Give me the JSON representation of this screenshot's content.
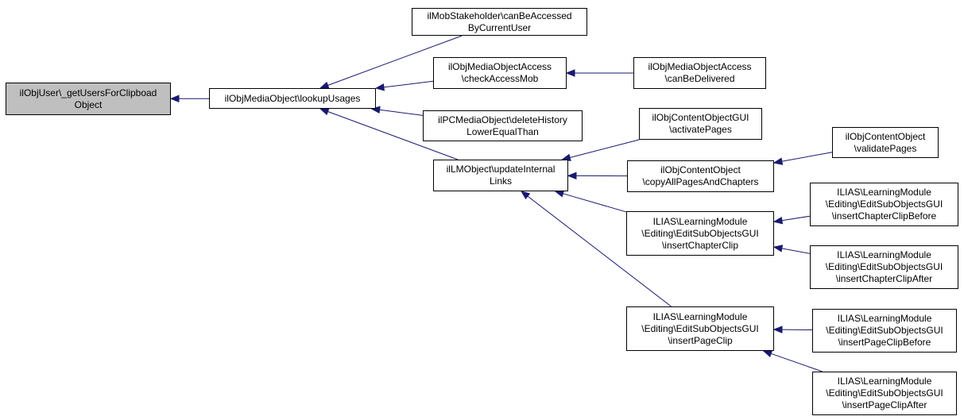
{
  "nodes": {
    "n0": {
      "lines": [
        "ilObjUser\\_getUsersForClipboad",
        "Object"
      ]
    },
    "n1": {
      "lines": [
        "ilObjMediaObject\\lookupUsages"
      ]
    },
    "n2": {
      "lines": [
        "ilMobStakeholder\\canBeAccessed",
        "ByCurrentUser"
      ]
    },
    "n3": {
      "lines": [
        "ilObjMediaObjectAccess",
        "\\checkAccessMob"
      ]
    },
    "n4": {
      "lines": [
        "ilObjMediaObjectAccess",
        "\\canBeDelivered"
      ]
    },
    "n5": {
      "lines": [
        "ilPCMediaObject\\deleteHistory",
        "LowerEqualThan"
      ]
    },
    "n6": {
      "lines": [
        "ilLMObject\\updateInternal",
        "Links"
      ]
    },
    "n7": {
      "lines": [
        "ilObjContentObjectGUI",
        "\\activatePages"
      ]
    },
    "n8": {
      "lines": [
        "ilObjContentObject",
        "\\validatePages"
      ]
    },
    "n9": {
      "lines": [
        "ilObjContentObject",
        "\\copyAllPagesAndChapters"
      ]
    },
    "n10": {
      "lines": [
        "ILIAS\\LearningModule",
        "\\Editing\\EditSubObjectsGUI",
        "\\insertChapterClip"
      ]
    },
    "n11": {
      "lines": [
        "ILIAS\\LearningModule",
        "\\Editing\\EditSubObjectsGUI",
        "\\insertChapterClipBefore"
      ]
    },
    "n12": {
      "lines": [
        "ILIAS\\LearningModule",
        "\\Editing\\EditSubObjectsGUI",
        "\\insertChapterClipAfter"
      ]
    },
    "n13": {
      "lines": [
        "ILIAS\\LearningModule",
        "\\Editing\\EditSubObjectsGUI",
        "\\insertPageClip"
      ]
    },
    "n14": {
      "lines": [
        "ILIAS\\LearningModule",
        "\\Editing\\EditSubObjectsGUI",
        "\\insertPageClipBefore"
      ]
    },
    "n15": {
      "lines": [
        "ILIAS\\LearningModule",
        "\\Editing\\EditSubObjectsGUI",
        "\\insertPageClipAfter"
      ]
    }
  },
  "edges": [
    [
      "n1",
      "n0"
    ],
    [
      "n2",
      "n1"
    ],
    [
      "n3",
      "n1"
    ],
    [
      "n5",
      "n1"
    ],
    [
      "n6",
      "n1"
    ],
    [
      "n4",
      "n3"
    ],
    [
      "n7",
      "n6"
    ],
    [
      "n9",
      "n6"
    ],
    [
      "n10",
      "n6"
    ],
    [
      "n13",
      "n6"
    ],
    [
      "n8",
      "n9"
    ],
    [
      "n11",
      "n10"
    ],
    [
      "n12",
      "n10"
    ],
    [
      "n14",
      "n13"
    ],
    [
      "n15",
      "n13"
    ]
  ],
  "colors": {
    "root_fill": "#bfbfbf",
    "edge": "#191970",
    "border": "#000000"
  }
}
